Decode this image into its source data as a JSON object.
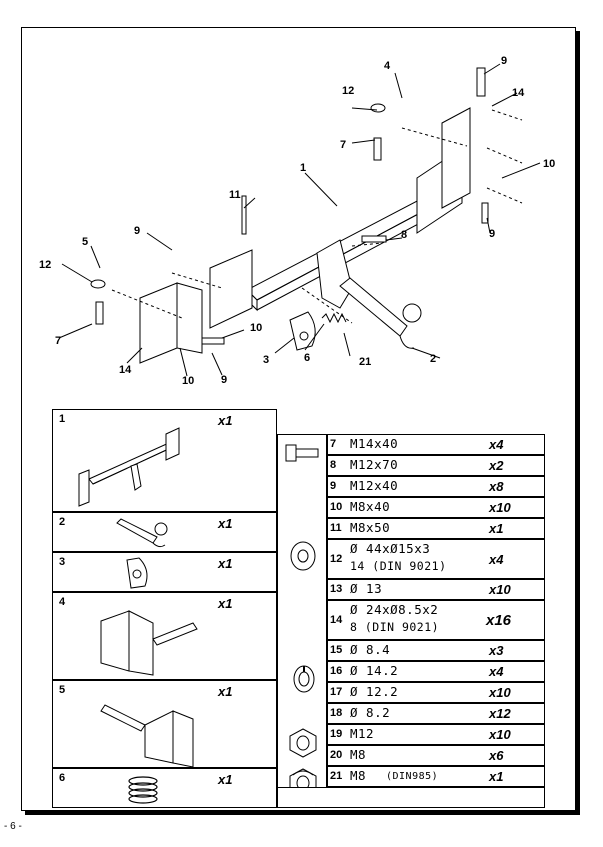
{
  "callouts": {
    "c1": "1",
    "c2": "2",
    "c3": "3",
    "c4": "4",
    "c5": "5",
    "c6": "6",
    "c7a": "7",
    "c7b": "7",
    "c8": "8",
    "c9a": "9",
    "c9b": "9",
    "c9c": "9",
    "c9d": "9",
    "c10a": "10",
    "c10b": "10",
    "c10c": "10",
    "c11": "11",
    "c12a": "12",
    "c12b": "12",
    "c14a": "14",
    "c14b": "14",
    "c21": "21"
  },
  "left_parts": [
    {
      "num": "1",
      "qty": "x1"
    },
    {
      "num": "2",
      "qty": "x1"
    },
    {
      "num": "3",
      "qty": "x1"
    },
    {
      "num": "4",
      "qty": "x1"
    },
    {
      "num": "5",
      "qty": "x1"
    },
    {
      "num": "6",
      "qty": "x1"
    }
  ],
  "right_parts": [
    {
      "num": "7",
      "spec": "M14x40",
      "qty": "x4"
    },
    {
      "num": "8",
      "spec": "M12x70",
      "qty": "x2"
    },
    {
      "num": "9",
      "spec": "M12x40",
      "qty": "x8"
    },
    {
      "num": "10",
      "spec": "M8x40",
      "qty": "x10"
    },
    {
      "num": "11",
      "spec": "M8x50",
      "qty": "x1"
    },
    {
      "num": "12",
      "spec": "Ø 44xØ15x3",
      "spec2": "14  (DIN 9021)",
      "qty": "x4"
    },
    {
      "num": "13",
      "spec": "Ø 13",
      "qty": "x10"
    },
    {
      "num": "14",
      "spec": "Ø 24xØ8.5x2",
      "spec2": "8   (DIN 9021)",
      "qty": "x16"
    },
    {
      "num": "15",
      "spec": "Ø 8.4",
      "qty": "x3"
    },
    {
      "num": "16",
      "spec": "Ø 14.2",
      "qty": "x4"
    },
    {
      "num": "17",
      "spec": "Ø 12.2",
      "qty": "x10"
    },
    {
      "num": "18",
      "spec": "Ø 8.2",
      "qty": "x12"
    },
    {
      "num": "19",
      "spec": "M12",
      "qty": "x10"
    },
    {
      "num": "20",
      "spec": "M8",
      "qty": "x6"
    },
    {
      "num": "21",
      "spec": "M8",
      "spec_small": "(DIN985)",
      "qty": "x1"
    }
  ],
  "footer": {
    "page": "- 6 -"
  }
}
